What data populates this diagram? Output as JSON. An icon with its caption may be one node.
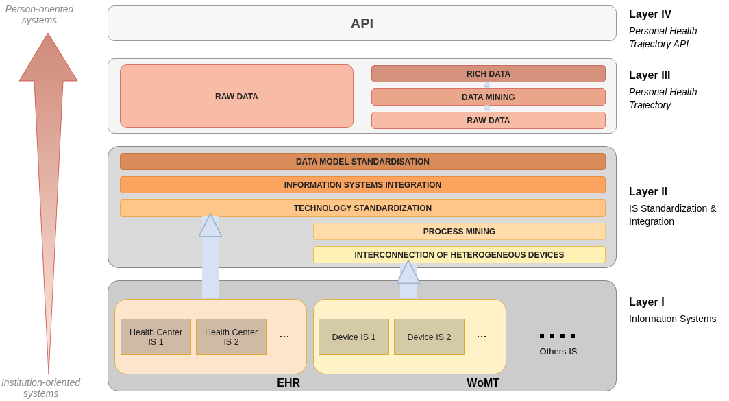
{
  "diagram": {
    "nodes": [
      {
        "text": [
          "API"
        ],
        "beside": [
          "Layer IV",
          "Personal Health Trajectory API"
        ]
      },
      {
        "text": [],
        "shape": "box",
        "beside": [
          "Layer III",
          "Personal Health Trajectory"
        ]
      },
      {
        "text": [
          "RAW DATA"
        ],
        "in": 1
      },
      {
        "text": [
          "RICH DATA"
        ],
        "in": 1
      },
      {
        "text": [
          "DATA MINING"
        ],
        "in": 1
      },
      {
        "text": [
          "RAW DATA"
        ],
        "in": 1
      },
      {
        "text": [],
        "shape": "box",
        "beside": [
          "Layer II",
          "IS Standardization & Integration"
        ]
      },
      {
        "text": [
          "DATA MODEL STANDARDISATION"
        ],
        "in": 6
      },
      {
        "text": [
          "INFORMATION SYSTEMS INTEGRATION"
        ],
        "in": 6
      },
      {
        "text": [
          "TECHNOLOGY STANDARDIZATION"
        ],
        "in": 6
      },
      {
        "text": [
          "PROCESS MINING"
        ],
        "in": 6
      },
      {
        "text": [
          "INTERCONNECTION OF HETEROGENEOUS DEVICES"
        ],
        "in": 6
      },
      {
        "text": [],
        "shape": "box",
        "beside": [
          "Layer I",
          "Information Systems"
        ]
      },
      {
        "text": [
          "EHR"
        ],
        "in": 12
      },
      {
        "text": [
          "Health Center IS 1"
        ],
        "in": 13
      },
      {
        "text": [
          "Health Center IS 2"
        ],
        "in": 13
      },
      {
        "text": [
          "WoMT"
        ],
        "in": 12
      },
      {
        "text": [
          "Device IS 1"
        ],
        "in": 16
      },
      {
        "text": [
          "Device IS 2"
        ],
        "in": 16
      }
    ],
    "edges": [
      {
        "from": 5,
        "to": 4,
        "arrow": "to"
      },
      {
        "from": 4,
        "to": 3,
        "arrow": "to"
      },
      {
        "from": 13,
        "to": 9,
        "arrow": "to",
        "style": "thick"
      },
      {
        "from": 16,
        "to": 11,
        "arrow": "to",
        "style": "thick"
      }
    ],
    "labels": [
      "Person-oriented systems",
      "...",
      "...",
      "Others IS",
      "Institution-oriented systems"
    ]
  }
}
